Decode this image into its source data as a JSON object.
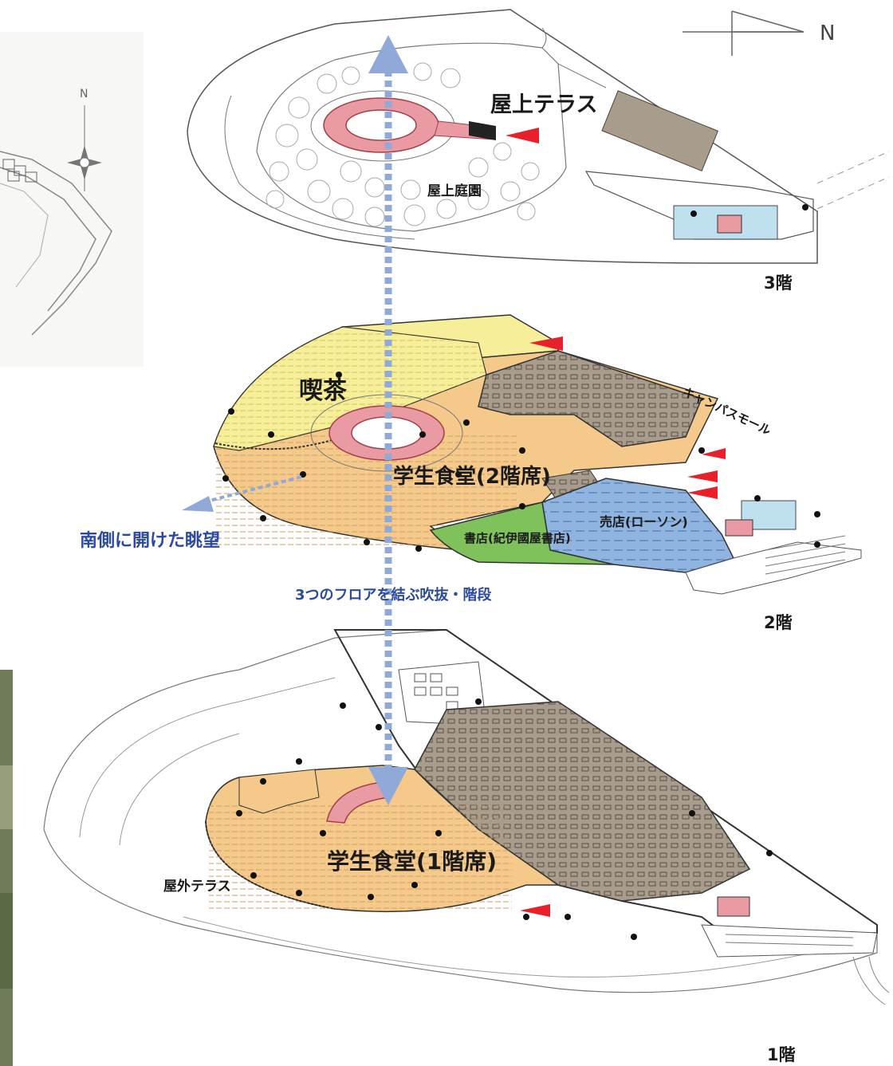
{
  "compass": {
    "north_label": "N"
  },
  "map_compass": {
    "north_label": "N"
  },
  "floor3": {
    "floor_label": "3階",
    "terrace_label": "屋上テラス",
    "garden_label": "屋上庭園"
  },
  "floor2": {
    "floor_label": "2階",
    "cafe_label": "喫茶",
    "cafeteria_label": "学生食堂(2階席)",
    "shop_label": "売店(ローソン)",
    "bookstore_label": "書店(紀伊國屋書店)",
    "mall_label": "キャンパスモール"
  },
  "floor1": {
    "floor_label": "1階",
    "cafeteria_label": "学生食堂(1階席)",
    "terrace_label": "屋外テラス"
  },
  "annotations": {
    "view_label": "南側に開けた眺望",
    "atrium_label": "3つのフロアを結ぶ吹抜・階段"
  },
  "colors": {
    "cafe_yellow": "#f7ee9a",
    "cafeteria_orange": "#f5c98a",
    "shop_blue": "#8fb4e0",
    "bookstore_green": "#7fc15a",
    "kitchen_gray": "#a89c8c",
    "stair_pink": "#e99aa3",
    "arrow_blue": "#8fa9d8",
    "entry_red": "#e8202a"
  }
}
